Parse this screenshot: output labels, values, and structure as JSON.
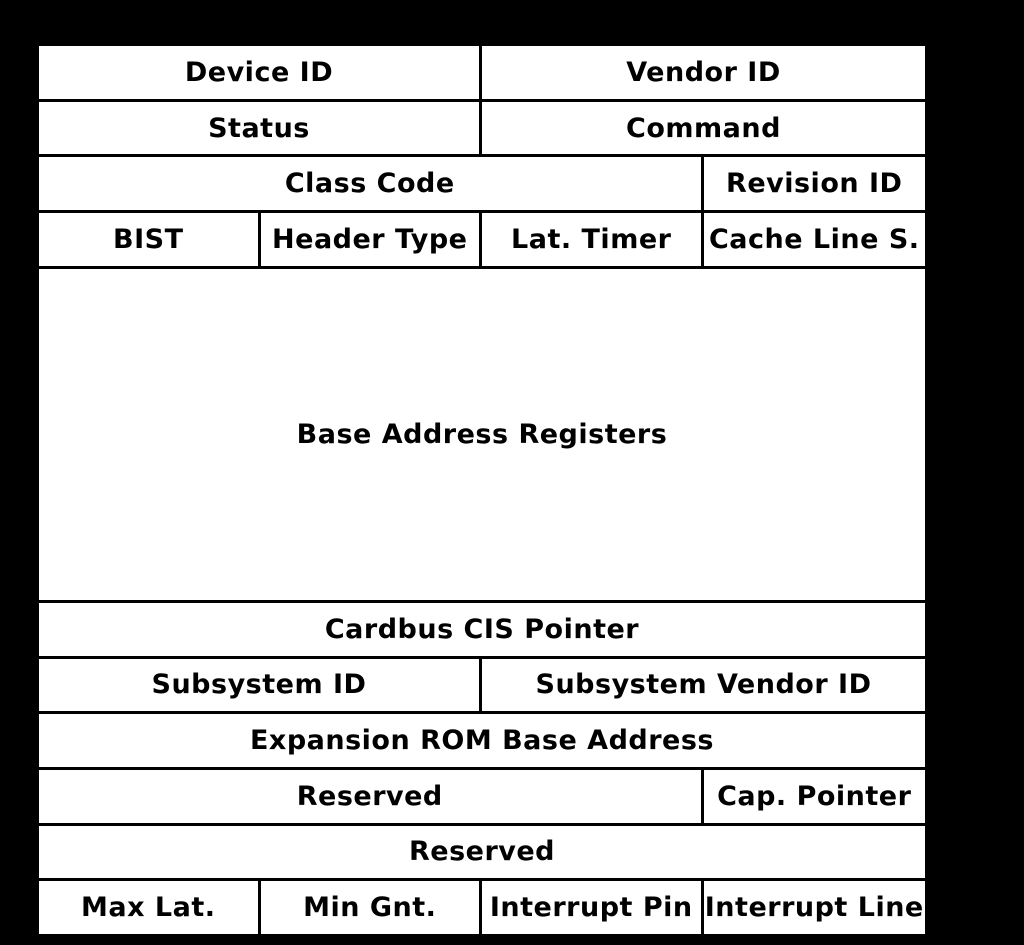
{
  "diagram": {
    "colors": {
      "background": "#000000",
      "cell_fill": "#ffffff",
      "line": "#000000",
      "text": "#000000"
    },
    "rows": [
      {
        "cells": [
          {
            "label": "Device ID",
            "span": 2
          },
          {
            "label": "Vendor ID",
            "span": 2
          }
        ]
      },
      {
        "cells": [
          {
            "label": "Status",
            "span": 2
          },
          {
            "label": "Command",
            "span": 2
          }
        ]
      },
      {
        "cells": [
          {
            "label": "Class Code",
            "span": 3
          },
          {
            "label": "Revision ID",
            "span": 1
          }
        ]
      },
      {
        "cells": [
          {
            "label": "BIST",
            "span": 1
          },
          {
            "label": "Header Type",
            "span": 1
          },
          {
            "label": "Lat. Timer",
            "span": 1
          },
          {
            "label": "Cache Line S.",
            "span": 1
          }
        ]
      },
      {
        "tall": true,
        "cells": [
          {
            "label": "Base Address Registers",
            "span": 4
          }
        ]
      },
      {
        "cells": [
          {
            "label": "Cardbus CIS Pointer",
            "span": 4
          }
        ]
      },
      {
        "cells": [
          {
            "label": "Subsystem ID",
            "span": 2
          },
          {
            "label": "Subsystem Vendor ID",
            "span": 2
          }
        ]
      },
      {
        "cells": [
          {
            "label": "Expansion ROM Base Address",
            "span": 4
          }
        ]
      },
      {
        "cells": [
          {
            "label": "Reserved",
            "span": 3
          },
          {
            "label": "Cap. Pointer",
            "span": 1
          }
        ]
      },
      {
        "cells": [
          {
            "label": "Reserved",
            "span": 4
          }
        ]
      },
      {
        "cells": [
          {
            "label": "Max Lat.",
            "span": 1
          },
          {
            "label": "Min Gnt.",
            "span": 1
          },
          {
            "label": "Interrupt Pin",
            "span": 1
          },
          {
            "label": "Interrupt Line",
            "span": 1
          }
        ]
      }
    ]
  }
}
